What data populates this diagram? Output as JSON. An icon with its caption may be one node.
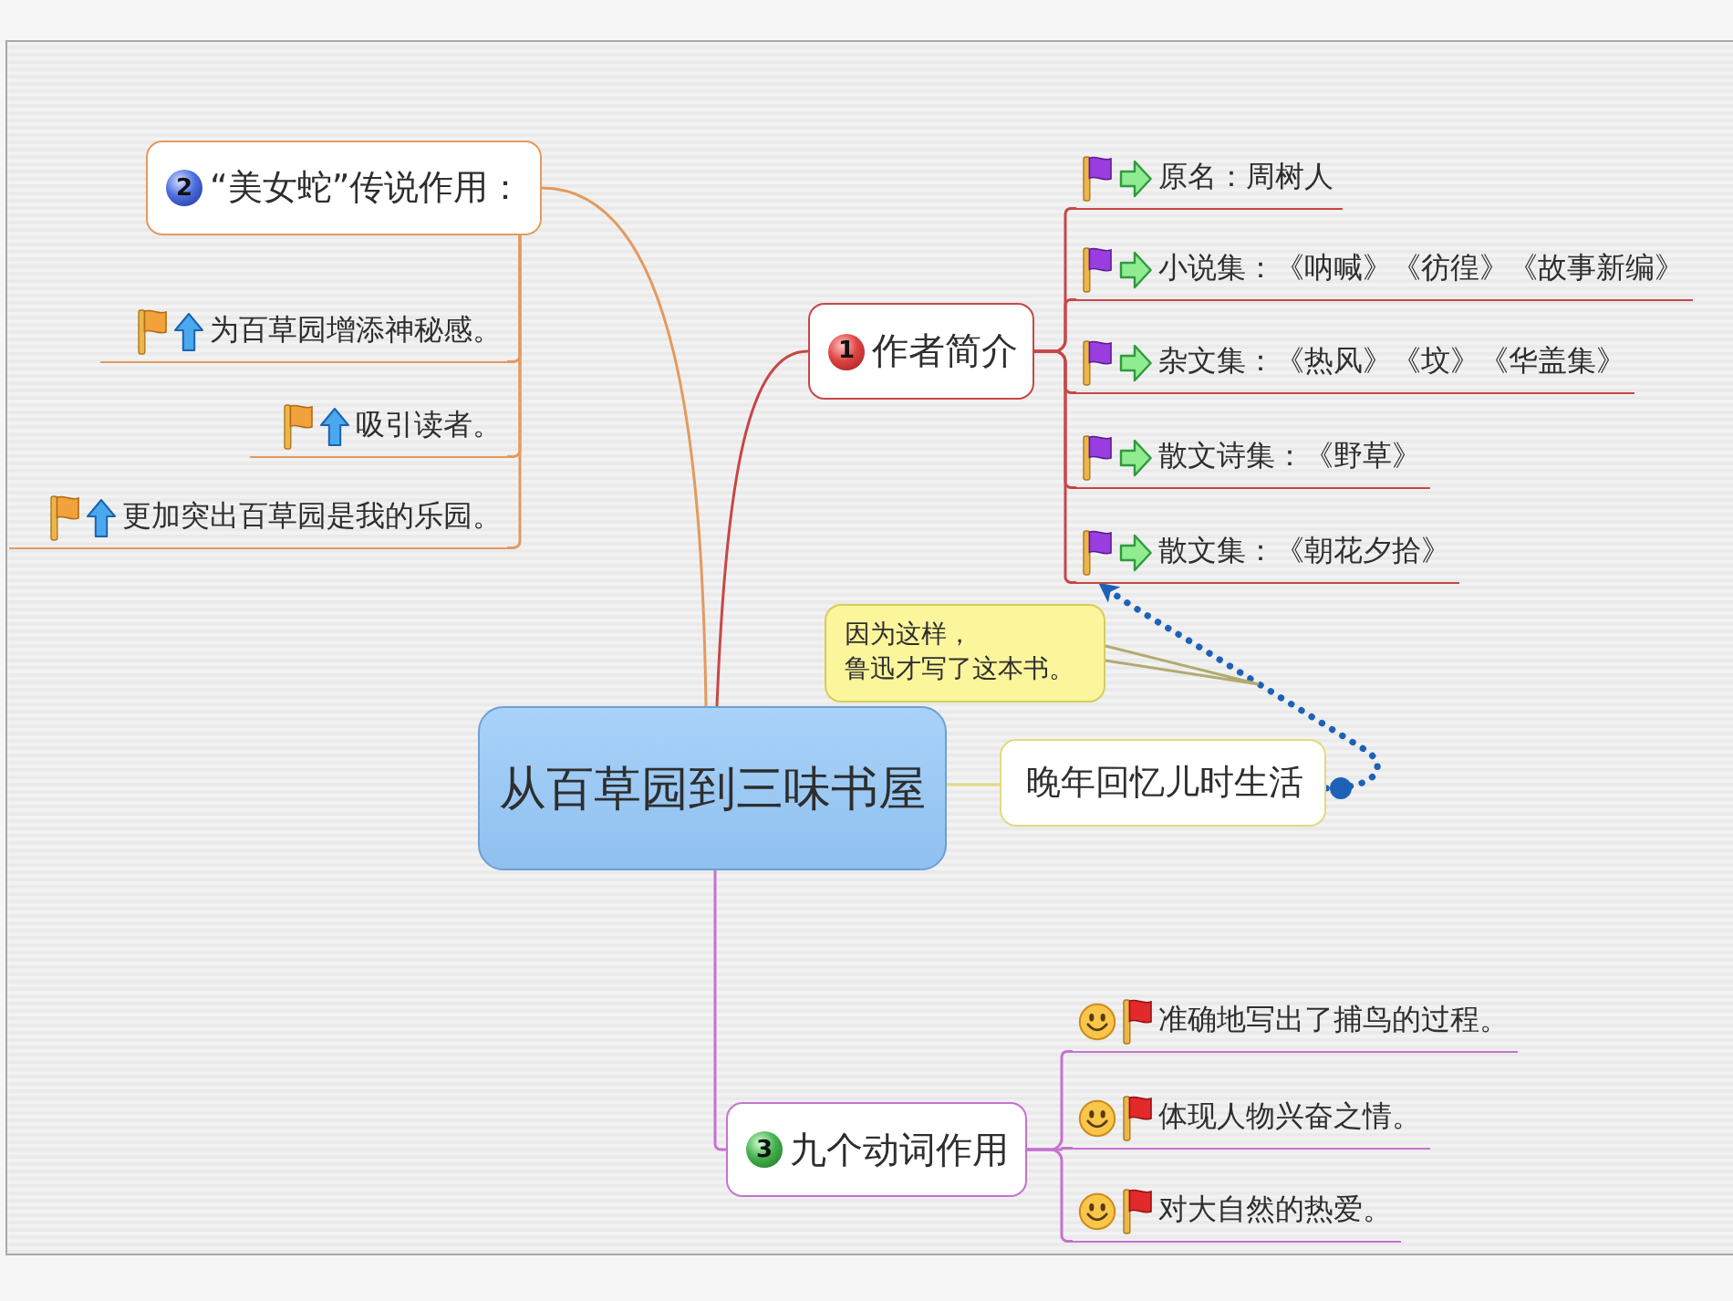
{
  "diagram": {
    "nodes": [
      {
        "text": [
          "从百草园到三味书屋"
        ]
      },
      {
        "text": [
          "1",
          "作者简介"
        ]
      },
      {
        "text": [
          "原名：周树人"
        ]
      },
      {
        "text": [
          "小说集：《呐喊》《彷徨》《故事新编》"
        ]
      },
      {
        "text": [
          "杂文集：《热风》《坟》《华盖集》"
        ]
      },
      {
        "text": [
          "散文诗集：《野草》"
        ]
      },
      {
        "text": [
          "散文集：《朝花夕拾》"
        ]
      },
      {
        "text": [
          "2",
          "“美女蛇”传说作用："
        ]
      },
      {
        "text": [
          "为百草园增添神秘感。"
        ]
      },
      {
        "text": [
          "吸引读者。"
        ]
      },
      {
        "text": [
          "更加突出百草园是我的乐园。"
        ]
      },
      {
        "text": [
          "3",
          "九个动词作用"
        ]
      },
      {
        "text": [
          "准确地写出了捕鸟的过程。"
        ]
      },
      {
        "text": [
          "体现人物兴奋之情。"
        ]
      },
      {
        "text": [
          "对大自然的热爱。"
        ]
      },
      {
        "text": [
          "晚年回忆儿时生活"
        ]
      },
      {
        "text": [
          "因为这样，鲁迅才写了这本书。"
        ]
      }
    ],
    "edges": [
      {
        "from": 0,
        "to": 1,
        "arrow": "none",
        "color": "#c84646"
      },
      {
        "from": 1,
        "to": 2,
        "arrow": "none",
        "color": "#c84646"
      },
      {
        "from": 1,
        "to": 3,
        "arrow": "none",
        "color": "#c84646"
      },
      {
        "from": 1,
        "to": 4,
        "arrow": "none",
        "color": "#c84646"
      },
      {
        "from": 1,
        "to": 5,
        "arrow": "none",
        "color": "#c84646"
      },
      {
        "from": 1,
        "to": 6,
        "arrow": "none",
        "color": "#c84646"
      },
      {
        "from": 0,
        "to": 7,
        "arrow": "none",
        "color": "#e39a5e"
      },
      {
        "from": 7,
        "to": 8,
        "arrow": "none",
        "color": "#e39a5e"
      },
      {
        "from": 7,
        "to": 9,
        "arrow": "none",
        "color": "#e39a5e"
      },
      {
        "from": 7,
        "to": 10,
        "arrow": "none",
        "color": "#e39a5e"
      },
      {
        "from": 0,
        "to": 11,
        "arrow": "none",
        "color": "#c672cf"
      },
      {
        "from": 11,
        "to": 12,
        "arrow": "none",
        "color": "#c672cf"
      },
      {
        "from": 11,
        "to": 13,
        "arrow": "none",
        "color": "#c672cf"
      },
      {
        "from": 11,
        "to": 14,
        "arrow": "none",
        "color": "#c672cf"
      },
      {
        "from": 0,
        "to": 15,
        "arrow": "none",
        "color": "#e2da80"
      },
      {
        "from": 15,
        "to": 6,
        "arrow": "to",
        "style": "dashed",
        "color": "#1d62b6"
      },
      {
        "from": 16,
        "to": null,
        "arrow": "none",
        "color": "#b3aa72"
      }
    ]
  }
}
